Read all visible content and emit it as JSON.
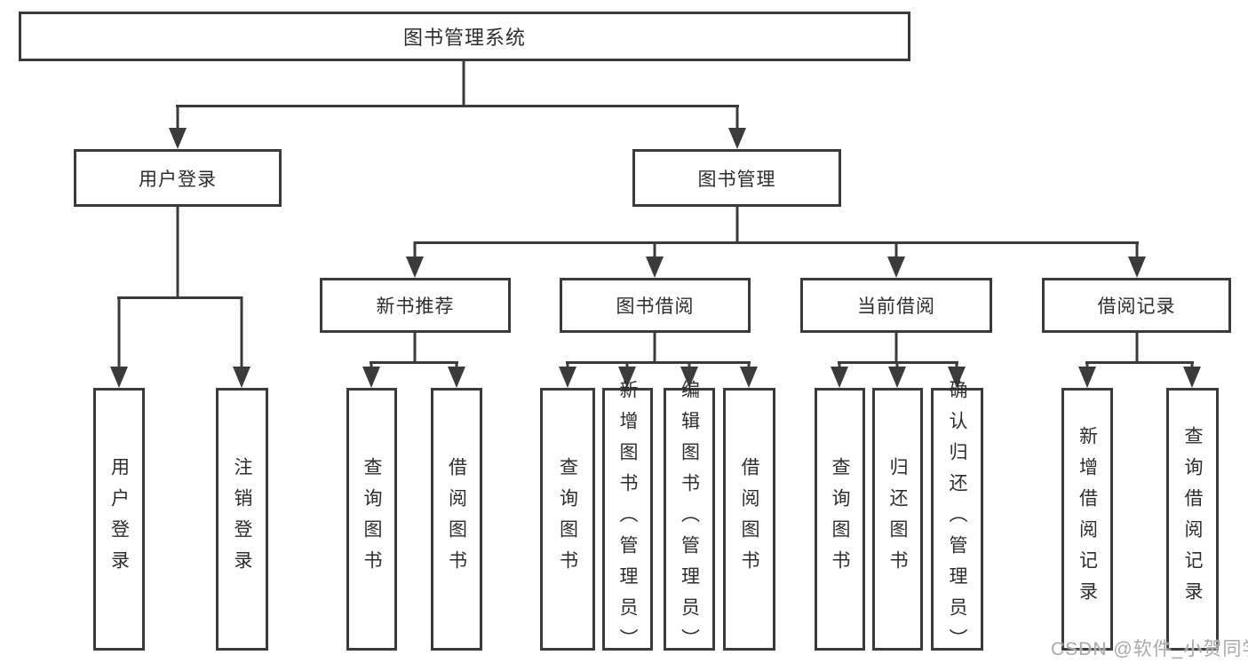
{
  "colors": {
    "background": "#ffffff",
    "line": "#3b3b3b",
    "box_border": "#3b3b3b",
    "box_fill": "#ffffff",
    "text": "#2d2d2d",
    "watermark": "#a9a9a9"
  },
  "watermark": {
    "text": "CSDN @软件_小贺同学"
  },
  "tree": {
    "root": {
      "label": "图书管理系统"
    },
    "children": [
      {
        "label": "用户登录",
        "children": [
          {
            "label": "用户登录"
          },
          {
            "label": "注销登录"
          }
        ]
      },
      {
        "label": "图书管理",
        "children": [
          {
            "label": "新书推荐",
            "children": [
              {
                "label": "查询图书"
              },
              {
                "label": "借阅图书"
              }
            ]
          },
          {
            "label": "图书借阅",
            "children": [
              {
                "label": "查询图书"
              },
              {
                "label": "新增图书（管理员）"
              },
              {
                "label": "编辑图书（管理员）"
              },
              {
                "label": "借阅图书"
              }
            ]
          },
          {
            "label": "当前借阅",
            "children": [
              {
                "label": "查询图书"
              },
              {
                "label": "归还图书"
              },
              {
                "label": "确认归还（管理员）"
              }
            ]
          },
          {
            "label": "借阅记录",
            "children": [
              {
                "label": "新增借阅记录"
              },
              {
                "label": "查询借阅记录"
              }
            ]
          }
        ]
      }
    ]
  }
}
